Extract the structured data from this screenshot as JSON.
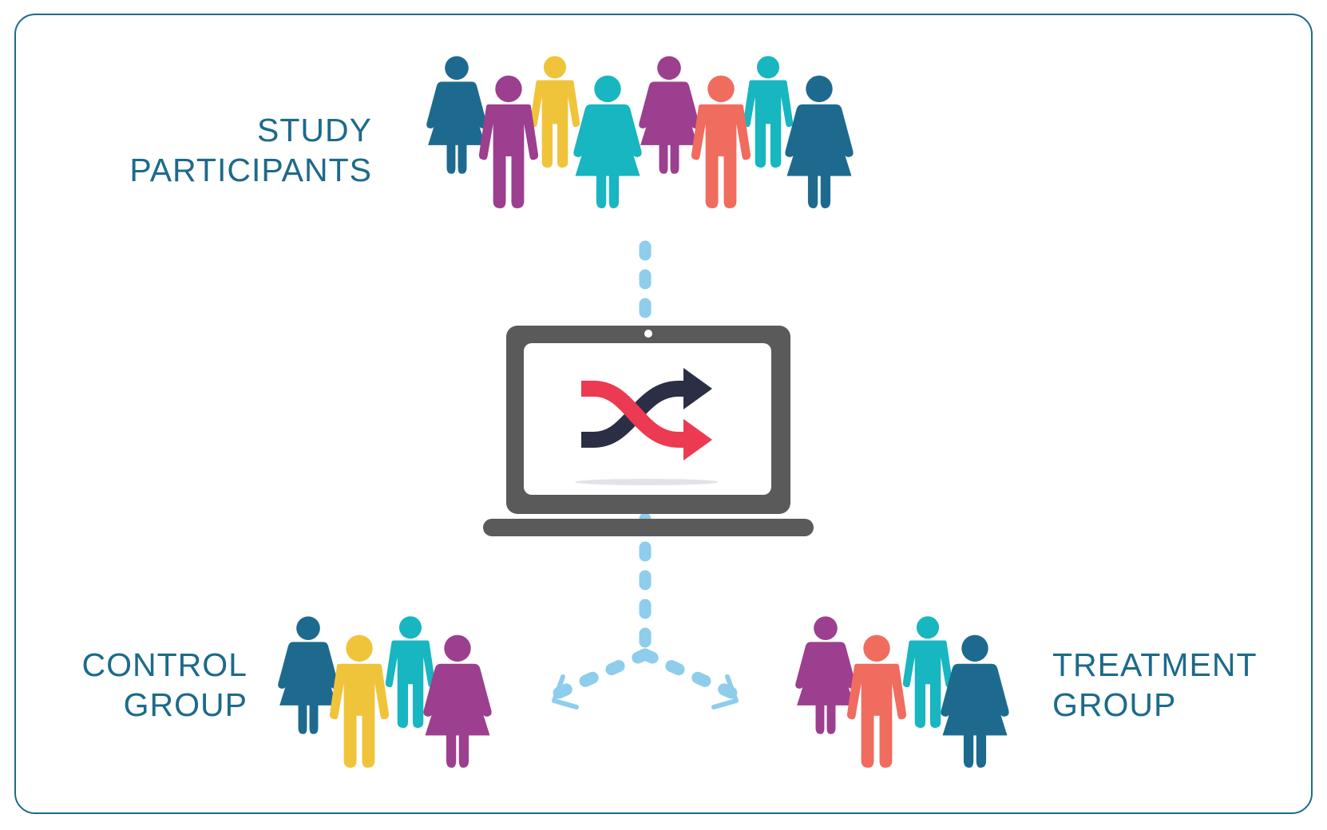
{
  "labels": {
    "study": [
      "STUDY",
      "PARTICIPANTS"
    ],
    "control": [
      "CONTROL",
      "GROUP"
    ],
    "treatment": [
      "TREATMENT",
      "GROUP"
    ]
  },
  "colors": {
    "frame": "#1d6a8a",
    "text": "#1d6a8a",
    "dark_blue": "#1e6a8f",
    "purple": "#9c3f8e",
    "yellow": "#f0c43a",
    "teal": "#17b6c0",
    "coral": "#f06c5e",
    "dots": "#8ecdeb",
    "laptop": "#5a5a5a",
    "arrow_red": "#ec3a53",
    "arrow_navy": "#2a2f45"
  },
  "icons": {
    "laptop": "laptop-icon",
    "shuffle": "shuffle-icon",
    "person": "person-icon"
  },
  "groups": {
    "study": [
      "dark_blue",
      "purple",
      "yellow",
      "teal",
      "purple",
      "coral",
      "teal",
      "dark_blue"
    ],
    "control": [
      "dark_blue",
      "yellow",
      "teal",
      "purple"
    ],
    "treatment": [
      "purple",
      "coral",
      "teal",
      "dark_blue"
    ]
  }
}
